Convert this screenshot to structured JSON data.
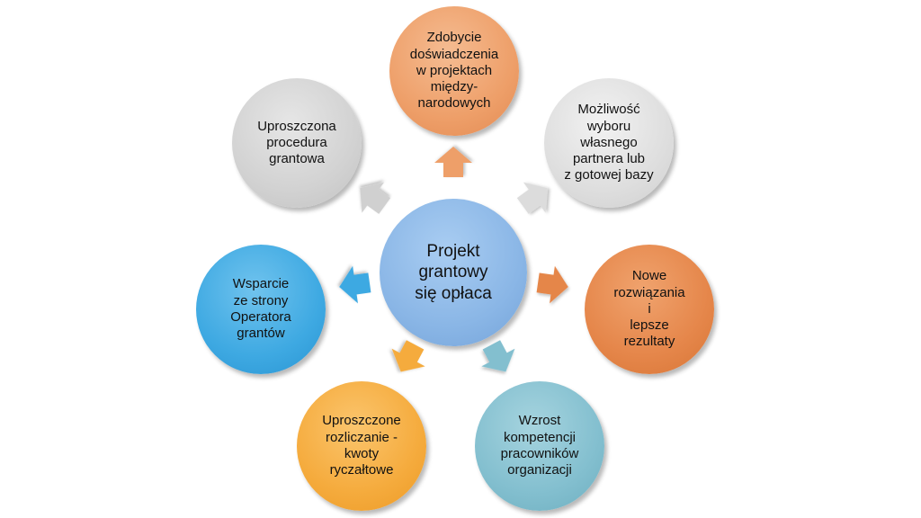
{
  "diagram": {
    "center": {
      "label": "Projekt\ngrantowy\nsię opłaca"
    },
    "nodes": [
      {
        "id": "top",
        "label": "Zdobycie\ndoświadczenia\nw projektach\nmiędzy-\nnarodowych"
      },
      {
        "id": "upper-right",
        "label": "Możliwość\nwyboru\nwłasnego\npartnera lub\nz gotowej bazy"
      },
      {
        "id": "right",
        "label": "Nowe\nrozwiązania\ni\nlepsze\nrezultaty"
      },
      {
        "id": "lower-right",
        "label": "Wzrost\nkompetencji\npracowników\norganizacji"
      },
      {
        "id": "lower-left",
        "label": "Uproszczone\nrozliczanie -\nkwoty\nryczałtowe"
      },
      {
        "id": "left",
        "label": "Wsparcie\nze strony\nOperatora\ngrantów"
      },
      {
        "id": "upper-left",
        "label": "Uproszczona\nprocedura\ngrantowa"
      }
    ],
    "colors": {
      "center": "#8ab6e6",
      "top": "#ee9f69",
      "upper-right": "#dedede",
      "right": "#e5864a",
      "lower-right": "#83bfcf",
      "lower-left": "#f5ab3d",
      "left": "#3ea9e2",
      "upper-left": "#d2d2d2"
    }
  }
}
